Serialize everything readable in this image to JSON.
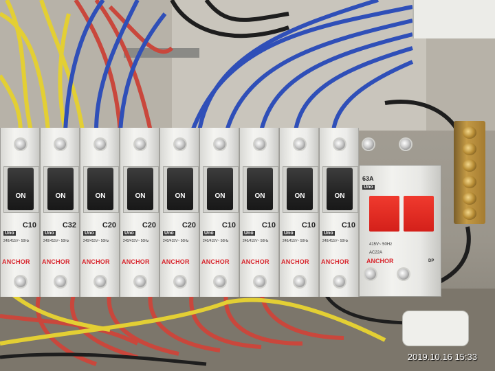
{
  "photo": {
    "timestamp": "2019.10.16 15:33",
    "subject_colors": {
      "panel": "#ebeae6",
      "lever": "#222222",
      "dp_lever": "#e0261e",
      "wire_blue": "#2f4fb8",
      "wire_red": "#c9463c",
      "wire_yellow": "#e6d23a",
      "wire_black": "#222222",
      "brand_red": "#d8262d"
    }
  },
  "breakers": [
    {
      "switch_label": "ON",
      "rating": "C10",
      "brand_small": "Uno",
      "brand": "ANCHOR",
      "spec": "240/415V~ 50Hz"
    },
    {
      "switch_label": "ON",
      "rating": "C32",
      "brand_small": "Uno",
      "brand": "ANCHOR",
      "spec": "240/415V~ 50Hz"
    },
    {
      "switch_label": "ON",
      "rating": "C20",
      "brand_small": "Uno",
      "brand": "ANCHOR",
      "spec": "240/415V~ 50Hz"
    },
    {
      "switch_label": "ON",
      "rating": "C20",
      "brand_small": "Uno",
      "brand": "ANCHOR",
      "spec": "240/415V~ 50Hz"
    },
    {
      "switch_label": "ON",
      "rating": "C20",
      "brand_small": "Uno",
      "brand": "ANCHOR",
      "spec": "240/415V~ 50Hz"
    },
    {
      "switch_label": "ON",
      "rating": "C10",
      "brand_small": "Uno",
      "brand": "ANCHOR",
      "spec": "240/415V~ 50Hz"
    },
    {
      "switch_label": "ON",
      "rating": "C10",
      "brand_small": "Uno",
      "brand": "ANCHOR",
      "spec": "240/415V~ 50Hz"
    },
    {
      "switch_label": "ON",
      "rating": "C10",
      "brand_small": "Uno",
      "brand": "ANCHOR",
      "spec": "240/415V~ 50Hz"
    },
    {
      "switch_label": "ON",
      "rating": "C10",
      "brand_small": "Uno",
      "brand": "ANCHOR",
      "spec": "240/415V~ 50Hz"
    }
  ],
  "dp_breaker": {
    "rating": "63A",
    "brand_small": "Uno",
    "spec_voltage": "415V~ 50Hz",
    "spec_class": "AC22A",
    "brand": "ANCHOR",
    "mark": "DP"
  }
}
